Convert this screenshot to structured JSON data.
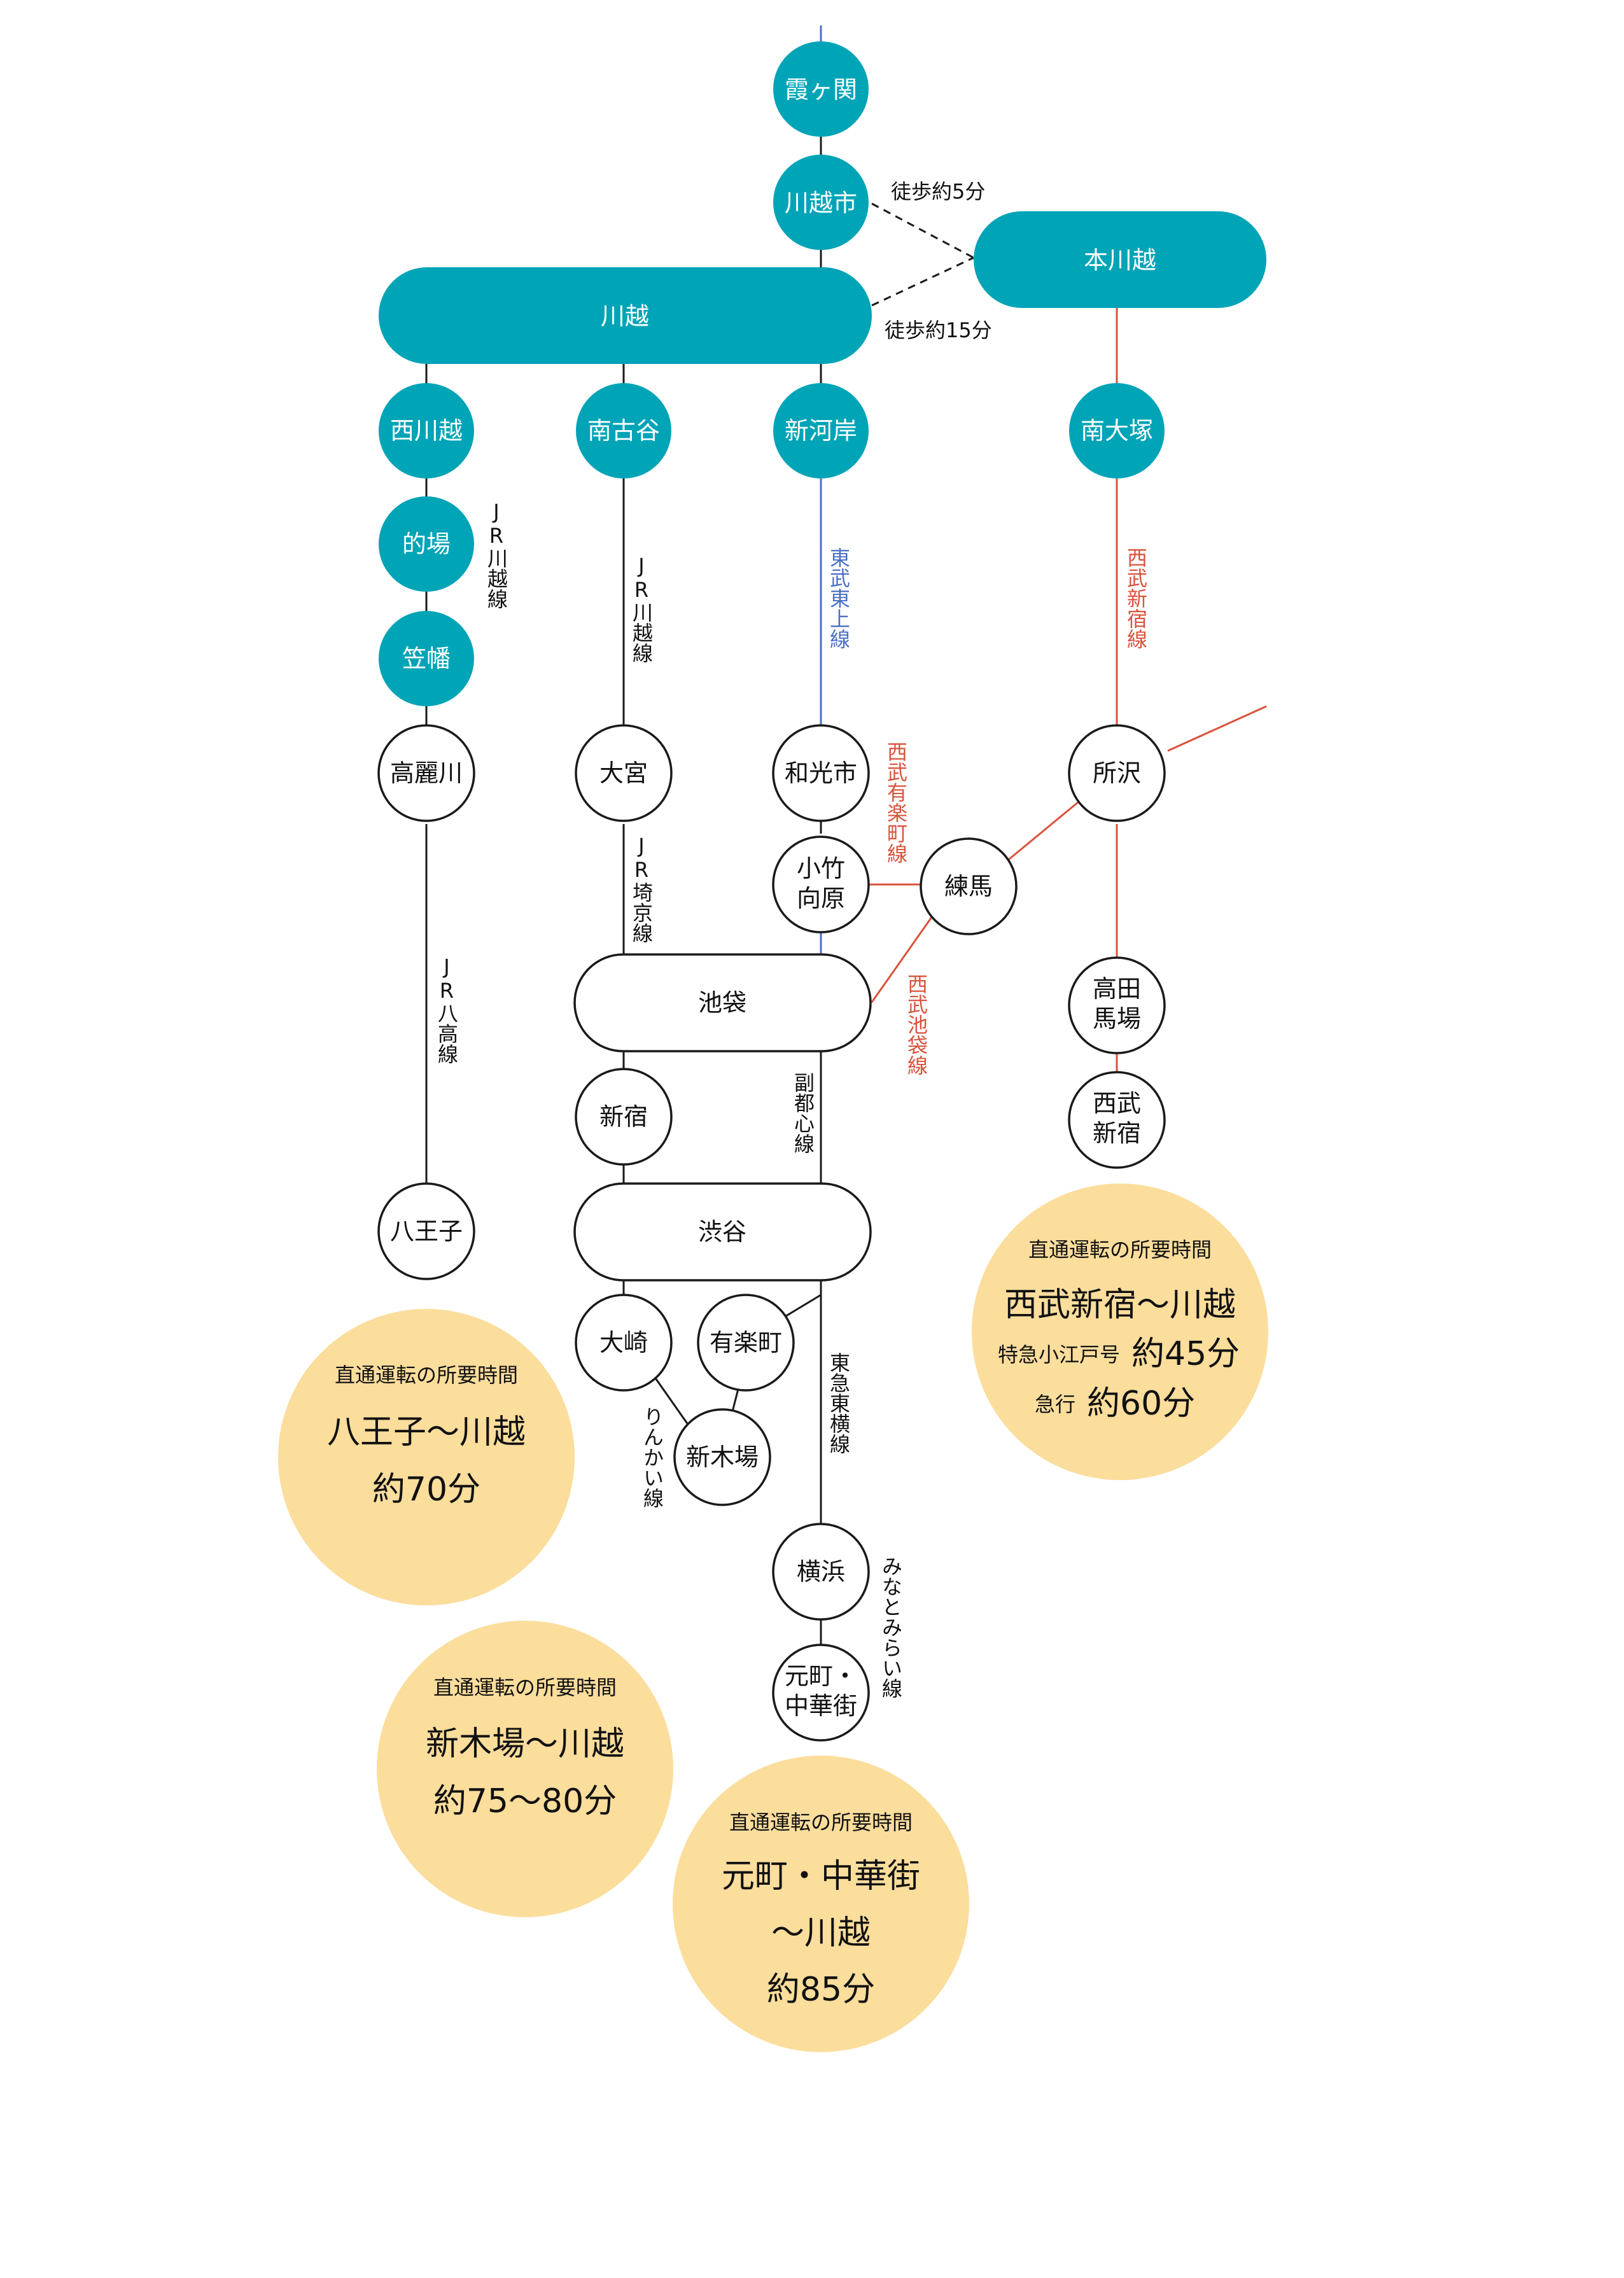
{
  "stations": {
    "kasumigaseki": "霞ヶ関",
    "kawagoeshi": "川越市",
    "honkawagoe": "本川越",
    "kawagoe": "川越",
    "nishikawagoe": "西川越",
    "minamifuruya": "南古谷",
    "shingashi": "新河岸",
    "minamiotsuka": "南大塚",
    "matoba": "的場",
    "kasahata": "笠幡",
    "komagawa": "高麗川",
    "omiya": "大宮",
    "wakoshi": "和光市",
    "tokorozawa": "所沢",
    "kotakemukaihara_1": "小竹",
    "kotakemukaihara_2": "向原",
    "nerima": "練馬",
    "ikebukuro": "池袋",
    "takadanobaba_1": "高田",
    "takadanobaba_2": "馬場",
    "seibushinjuku_1": "西武",
    "seibushinjuku_2": "新宿",
    "shinjuku": "新宿",
    "shibuya": "渋谷",
    "hachioji": "八王子",
    "osaki": "大崎",
    "yurakucho": "有楽町",
    "shinkiba": "新木場",
    "yokohama": "横浜",
    "motomachi_1": "元町・",
    "motomachi_2": "中華街"
  },
  "lines": {
    "jr_kawagoe_1": "JR川越線",
    "jr_kawagoe_2": "JR川越線",
    "tobu_tojo": "東武東上線",
    "seibu_shinjuku": "西武新宿線",
    "seibu_yurakucho": "西武有楽町線",
    "seibu_ikebukuro": "西武池袋線",
    "jr_saikyo": "JR埼京線",
    "jr_hachiko": "JR八高線",
    "fukutoshin": "副都心線",
    "tokyu_toyoko": "東急東横線",
    "rinkai": "りんかい線",
    "minatomirai": "みなとみらい線"
  },
  "walks": {
    "kawagoeshi_honkawagoe": "徒歩約5分",
    "kawagoe_honkawagoe": "徒歩約15分"
  },
  "info": {
    "seibu": {
      "heading": "直通運転の所要時間",
      "route": "西武新宿～川越",
      "ltd_label": "特急小江戸号",
      "ltd_time": "約45分",
      "exp_label": "急行",
      "exp_time": "約60分"
    },
    "hachioji": {
      "heading": "直通運転の所要時間",
      "route": "八王子～川越",
      "time": "約70分"
    },
    "shinkiba": {
      "heading": "直通運転の所要時間",
      "route": "新木場～川越",
      "time": "約75～80分"
    },
    "motomachi": {
      "heading": "直通運転の所要時間",
      "route_1": "元町・中華街",
      "route_2": "～川越",
      "time": "約85分"
    }
  },
  "colors": {
    "teal_station": "#00a4b7",
    "info_circle": "#fbdd9c",
    "tobu_line": "#4a6fc4",
    "seibu_line": "#d9533c",
    "jr_line": "#1a1a1a"
  }
}
